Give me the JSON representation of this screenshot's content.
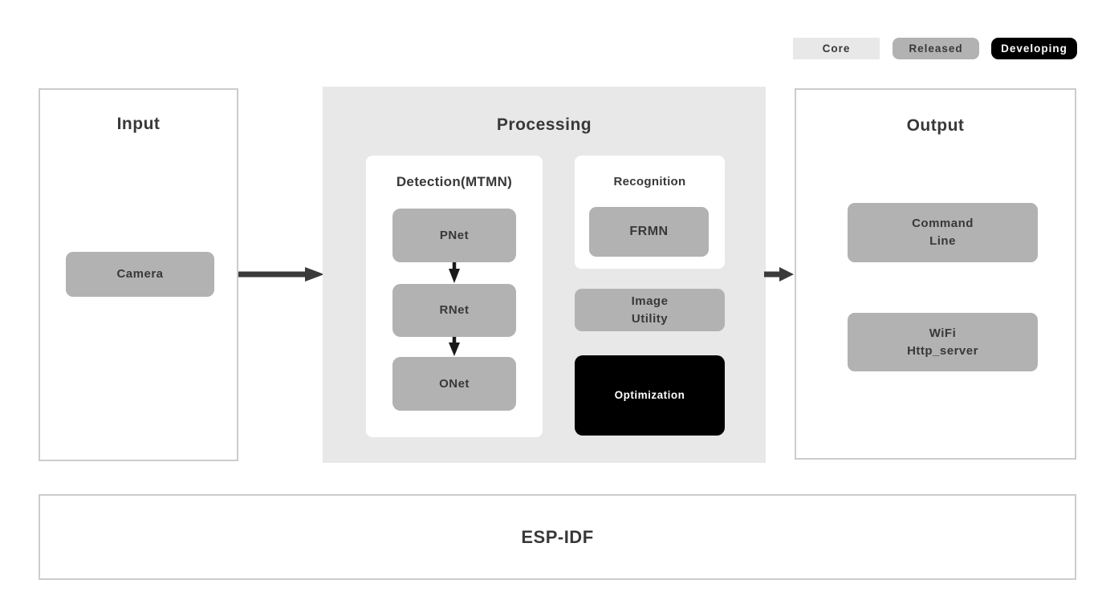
{
  "colors": {
    "core_fill": "#e8e8e8",
    "released_fill": "#b2b2b2",
    "developing_fill": "#000000",
    "panel_border": "#cccccc",
    "text_dark": "#383838",
    "text_light": "#ffffff",
    "arrow": "#3a3a3a"
  },
  "legend": {
    "items": [
      {
        "label": "Core",
        "status": "core"
      },
      {
        "label": "Released",
        "status": "released"
      },
      {
        "label": "Developing",
        "status": "developing"
      }
    ]
  },
  "diagram": {
    "input": {
      "title": "Input",
      "modules": {
        "camera": {
          "label": "Camera",
          "status": "released"
        }
      }
    },
    "processing": {
      "title": "Processing",
      "status": "core",
      "detection": {
        "title": "Detection(MTMN)",
        "modules": {
          "pnet": {
            "label": "PNet",
            "status": "released"
          },
          "rnet": {
            "label": "RNet",
            "status": "released"
          },
          "onet": {
            "label": "ONet",
            "status": "released"
          }
        }
      },
      "recognition": {
        "title": "Recognition",
        "modules": {
          "frmn": {
            "label": "FRMN",
            "status": "released"
          }
        }
      },
      "modules": {
        "image_utility": {
          "label": "Image\nUtility",
          "status": "released"
        },
        "optimization": {
          "label": "Optimization",
          "status": "developing"
        }
      }
    },
    "output": {
      "title": "Output",
      "modules": {
        "command_line": {
          "label": "Command\nLine",
          "status": "released"
        },
        "wifi_http_server": {
          "label": "WiFi\nHttp_server",
          "status": "released"
        }
      }
    },
    "foundation": {
      "title": "ESP-IDF"
    }
  }
}
